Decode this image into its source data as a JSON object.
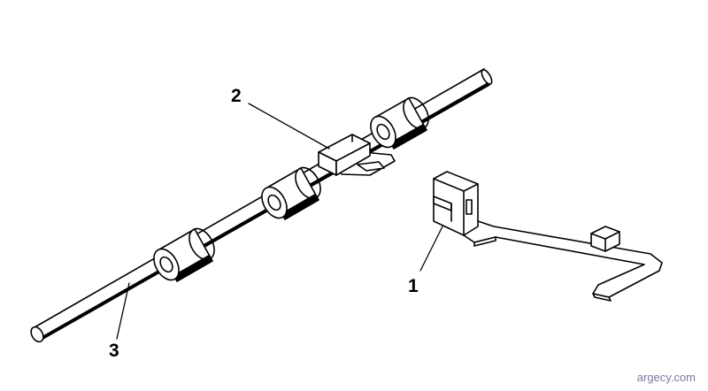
{
  "callouts": {
    "item_1": "1",
    "item_2": "2",
    "item_3": "3"
  },
  "watermark": "argecy.com",
  "colors": {
    "line": "#000000",
    "fill": "#ffffff",
    "watermark": "#7a7aa0"
  }
}
